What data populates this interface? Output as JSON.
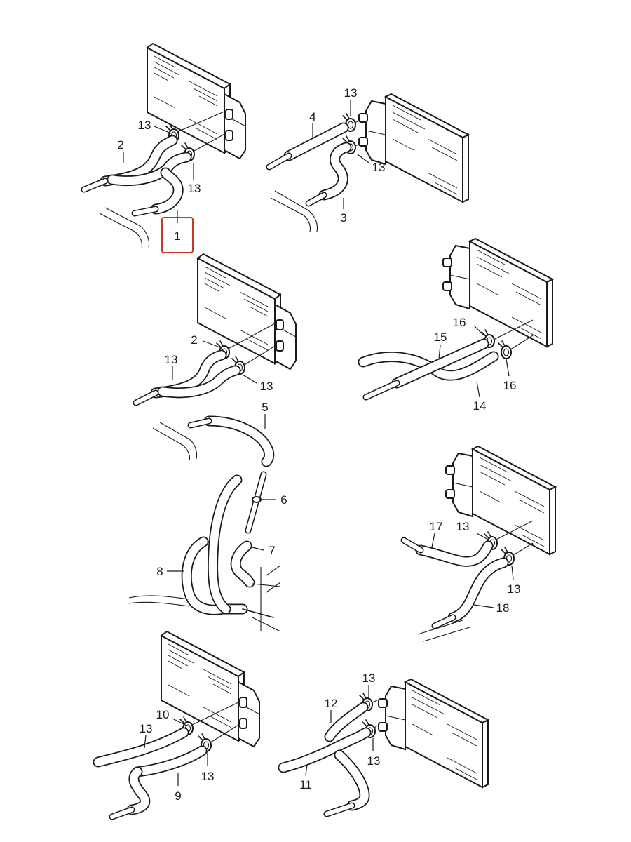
{
  "highlight": {
    "label": "1",
    "color": "#c0392b"
  },
  "callouts": [
    {
      "id": "c1",
      "text": "1"
    },
    {
      "id": "c2a",
      "text": "2"
    },
    {
      "id": "c13a",
      "text": "13"
    },
    {
      "id": "c13b",
      "text": "13"
    },
    {
      "id": "c4",
      "text": "4"
    },
    {
      "id": "c13c",
      "text": "13"
    },
    {
      "id": "c13d",
      "text": "13"
    },
    {
      "id": "c3",
      "text": "3"
    },
    {
      "id": "c2b",
      "text": "2"
    },
    {
      "id": "c13e",
      "text": "13"
    },
    {
      "id": "c13f",
      "text": "13"
    },
    {
      "id": "c5",
      "text": "5"
    },
    {
      "id": "c6",
      "text": "6"
    },
    {
      "id": "c7",
      "text": "7"
    },
    {
      "id": "c8",
      "text": "8"
    },
    {
      "id": "c16a",
      "text": "16"
    },
    {
      "id": "c15",
      "text": "15"
    },
    {
      "id": "c16b",
      "text": "16"
    },
    {
      "id": "c14",
      "text": "14"
    },
    {
      "id": "c17",
      "text": "17"
    },
    {
      "id": "c13g",
      "text": "13"
    },
    {
      "id": "c13h",
      "text": "13"
    },
    {
      "id": "c18",
      "text": "18"
    },
    {
      "id": "c10",
      "text": "10"
    },
    {
      "id": "c13i",
      "text": "13"
    },
    {
      "id": "c13j",
      "text": "13"
    },
    {
      "id": "c9",
      "text": "9"
    },
    {
      "id": "c12",
      "text": "12"
    },
    {
      "id": "c13k",
      "text": "13"
    },
    {
      "id": "c13l",
      "text": "13"
    },
    {
      "id": "c11",
      "text": "11"
    }
  ]
}
